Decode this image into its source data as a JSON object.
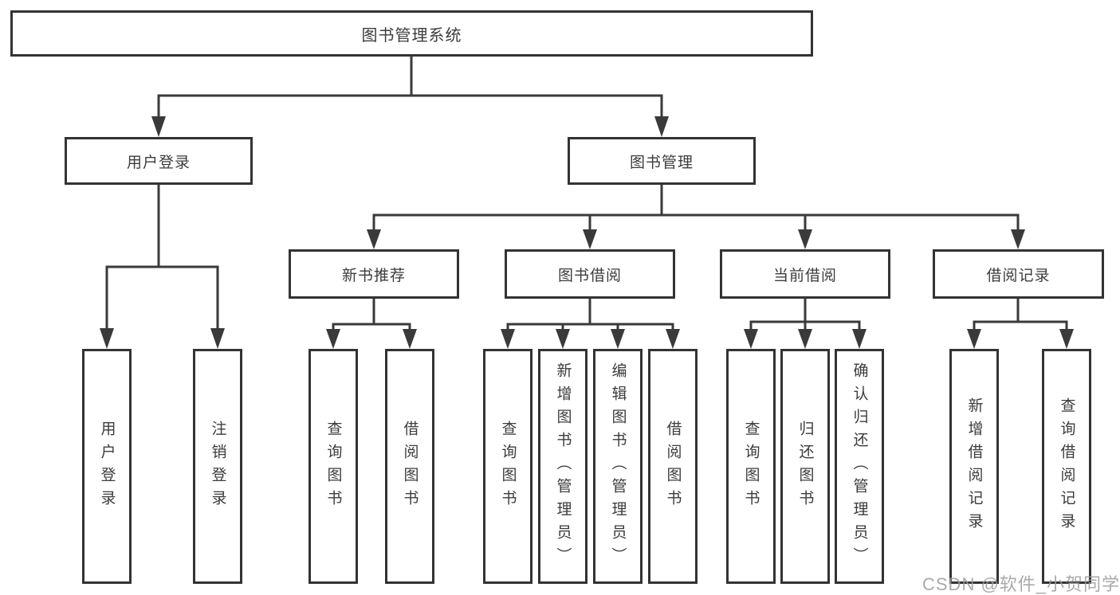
{
  "diagram": {
    "title": "图书管理系统",
    "level2": {
      "user_login": "用户登录",
      "book_mgmt": "图书管理"
    },
    "level3": {
      "new_book": "新书推荐",
      "borrow": "图书借阅",
      "current": "当前借阅",
      "records": "借阅记录"
    },
    "leaves": {
      "user_login": [
        "用户登录",
        "注销登录"
      ],
      "new_book": [
        "查询图书",
        "借阅图书"
      ],
      "borrow": [
        "查询图书",
        "新增图书（管理员）",
        "编辑图书（管理员）",
        "借阅图书"
      ],
      "current": [
        "查询图书",
        "归还图书",
        "确认归还（管理员）"
      ],
      "records": [
        "新增借阅记录",
        "查询借阅记录"
      ]
    }
  },
  "watermark": {
    "text": "CSDN @软件_小贺同学",
    "color": "#9b9b9b"
  },
  "colors": {
    "background": "#ffffff",
    "box_border": "#333333",
    "line": "#3a3a3a",
    "text": "#3c3c3c"
  }
}
